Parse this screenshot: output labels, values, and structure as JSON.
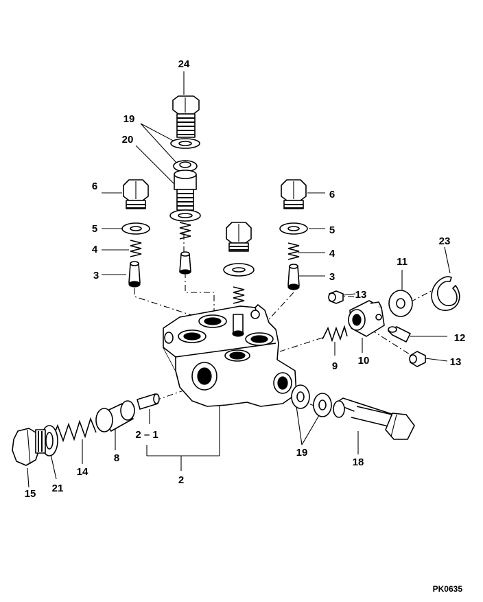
{
  "drawing_code": "PK0635",
  "callouts": [
    {
      "id": "c24",
      "text": "24"
    },
    {
      "id": "c19-top",
      "text": "19"
    },
    {
      "id": "c20",
      "text": "20"
    },
    {
      "id": "c6-left",
      "text": "6"
    },
    {
      "id": "c6-right",
      "text": "6"
    },
    {
      "id": "c5-left",
      "text": "5"
    },
    {
      "id": "c5-right",
      "text": "5"
    },
    {
      "id": "c4-left",
      "text": "4"
    },
    {
      "id": "c4-right",
      "text": "4"
    },
    {
      "id": "c3-left",
      "text": "3"
    },
    {
      "id": "c3-right",
      "text": "3"
    },
    {
      "id": "c23",
      "text": "23"
    },
    {
      "id": "c11",
      "text": "11"
    },
    {
      "id": "c13-top",
      "text": "13"
    },
    {
      "id": "c12",
      "text": "12"
    },
    {
      "id": "c13-bottom",
      "text": "13"
    },
    {
      "id": "c9",
      "text": "9"
    },
    {
      "id": "c10",
      "text": "10"
    },
    {
      "id": "c2-1",
      "text": "2 – 1"
    },
    {
      "id": "c8",
      "text": "8"
    },
    {
      "id": "c14",
      "text": "14"
    },
    {
      "id": "c15",
      "text": "15"
    },
    {
      "id": "c21",
      "text": "21"
    },
    {
      "id": "c2",
      "text": "2"
    },
    {
      "id": "c19-bottom",
      "text": "19"
    },
    {
      "id": "c18",
      "text": "18"
    }
  ]
}
